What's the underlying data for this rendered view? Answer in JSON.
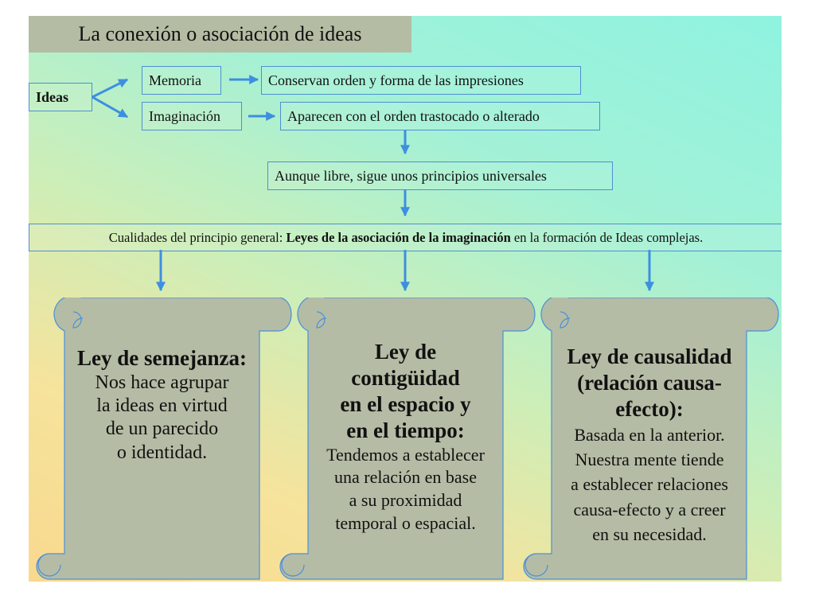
{
  "title": "La conexión o asociación de ideas",
  "nodes": {
    "ideas": "Ideas",
    "memoria": "Memoria",
    "memoria_desc": "Conservan orden y forma de las impresiones",
    "imaginacion": "Imaginación",
    "imaginacion_desc": "Aparecen con el orden trastocado o alterado",
    "libre": "Aunque libre, sigue unos principios universales",
    "cualidades": {
      "prefix": "Cualidades del principio general: ",
      "bold": "Leyes de la asociación de la imaginación",
      "suffix": " en la formación de Ideas complejas."
    }
  },
  "scrolls": [
    {
      "title_lines": [
        "Ley de semejanza:"
      ],
      "body_lines": [
        "Nos hace agrupar",
        "la ideas en virtud",
        "de un parecido",
        "o identidad."
      ]
    },
    {
      "title_lines": [
        "Ley de",
        "contigüidad",
        "en el espacio y",
        "en el tiempo:"
      ],
      "body_lines": [
        "Tendemos  a establecer",
        "una relación en base",
        "a su proximidad",
        "temporal o espacial."
      ]
    },
    {
      "title_lines": [
        "Ley de causalidad",
        "(relación causa-",
        "efecto):"
      ],
      "body_lines": [
        "Basada en la anterior.",
        "Nuestra mente tiende",
        "a establecer relaciones",
        "causa-efecto  y a creer",
        "en su necesidad."
      ]
    }
  ],
  "colors": {
    "arrow": "#3d8fe0",
    "box_border": "#4f8fd0",
    "title_fill": "#b4bca3",
    "scroll_fill": "#b5bca5",
    "scroll_stroke": "#4a90d9"
  }
}
